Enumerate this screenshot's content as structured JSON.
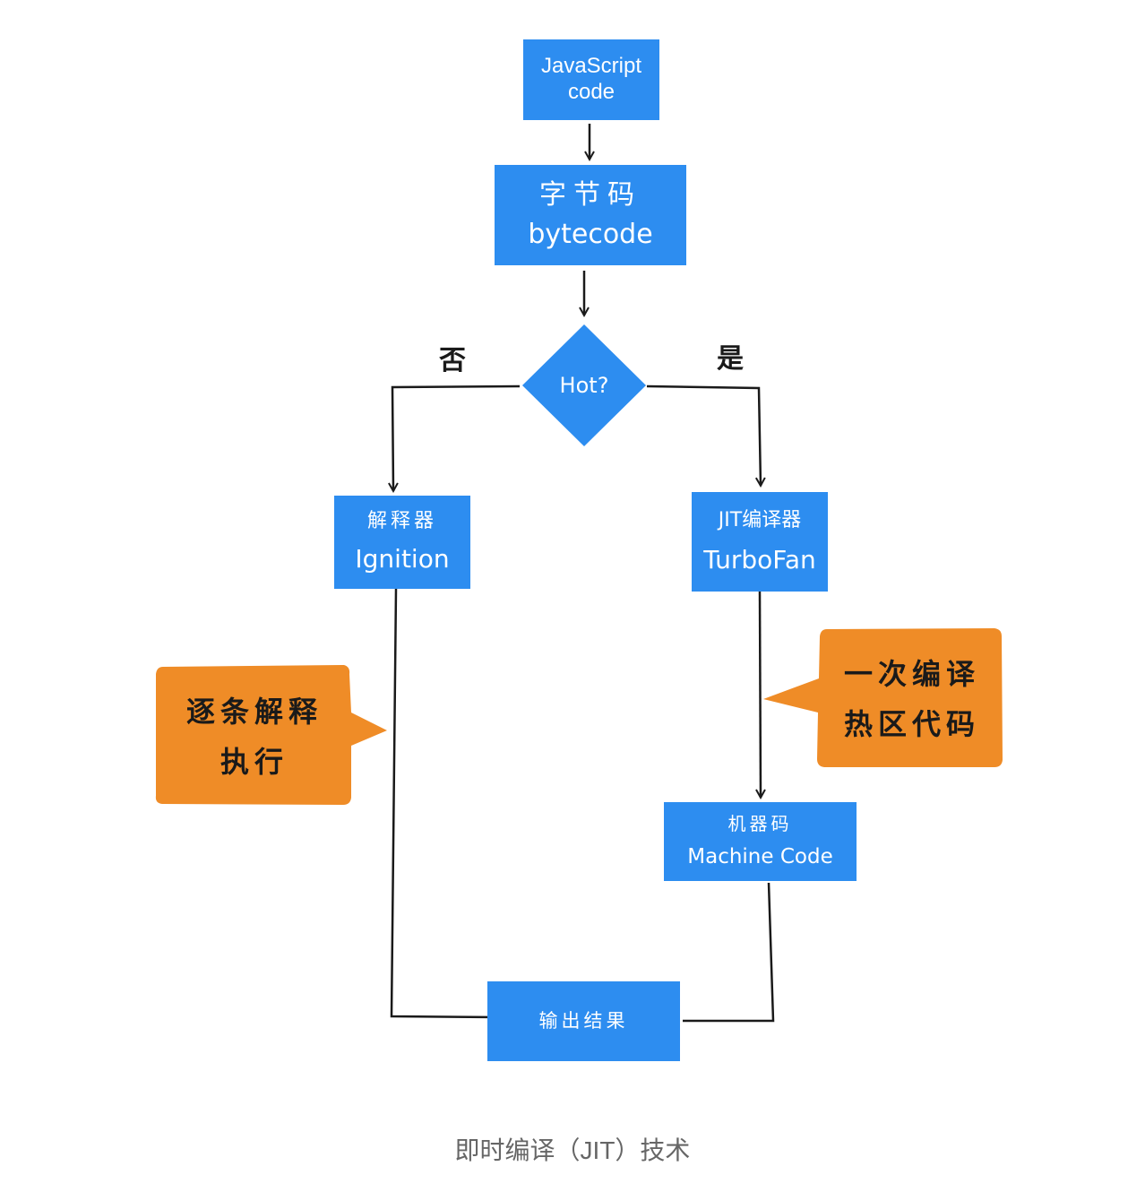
{
  "nodes": {
    "js_code": {
      "line1": "JavaScript",
      "line2": "code"
    },
    "bytecode": {
      "line1": "字节码",
      "line2": "bytecode"
    },
    "hot": {
      "label": "Hot?"
    },
    "ignition": {
      "line1": "解释器",
      "line2": "Ignition"
    },
    "turbofan": {
      "line1": "JIT编译器",
      "line2": "TurboFan"
    },
    "machine_code": {
      "line1": "机器码",
      "line2": "Machine Code"
    },
    "output": {
      "label": "输出结果"
    }
  },
  "branches": {
    "no": "否",
    "yes": "是"
  },
  "callouts": {
    "interpret": {
      "line1": "逐条解释",
      "line2": "执行"
    },
    "compile": {
      "line1": "一次编译",
      "line2": "热区代码"
    }
  },
  "caption": "即时编译（JIT）技术",
  "colors": {
    "box": "#2d8df0",
    "callout": "#ef8c27",
    "line": "#1a1a1a"
  }
}
